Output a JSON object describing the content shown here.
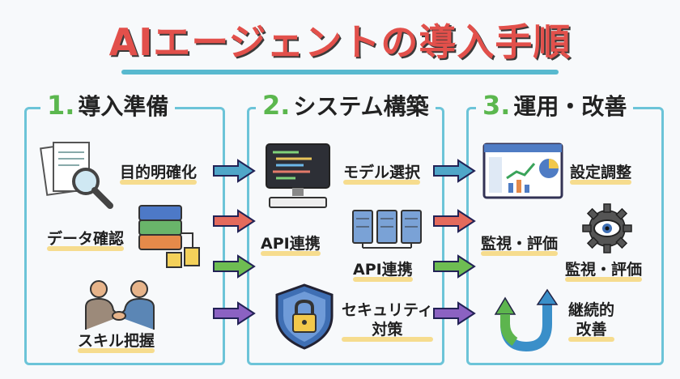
{
  "title": "AIエージェントの導入手順",
  "sections": [
    {
      "number": "1.",
      "label": "導入準備",
      "items": [
        "目的明確化",
        "データ確認",
        "スキル把握"
      ]
    },
    {
      "number": "2.",
      "label": "システム構築",
      "items": [
        "モデル選択",
        "API連携",
        "API連携",
        "セキュリティ",
        "対策"
      ]
    },
    {
      "number": "3.",
      "label": "運用・改善",
      "items": [
        "設定調整",
        "監視・評価",
        "監視・評価",
        "継続的",
        "改善"
      ]
    }
  ],
  "colors": {
    "title": "#e2504b",
    "panel_border": "#6cc4d8",
    "step_number": "#5bb74e",
    "highlight": "#f6d77a",
    "arrow_blue": "#4fa6c8",
    "arrow_red": "#e46a5c",
    "arrow_green": "#6ebd52",
    "arrow_purple": "#8b62c2"
  },
  "icons": [
    "documents-magnifier-icon",
    "database-stack-icon",
    "handshake-icon",
    "computer-code-icon",
    "server-rack-icon",
    "shield-lock-icon",
    "dashboard-chart-icon",
    "gear-eye-icon",
    "cycle-arrow-icon"
  ]
}
